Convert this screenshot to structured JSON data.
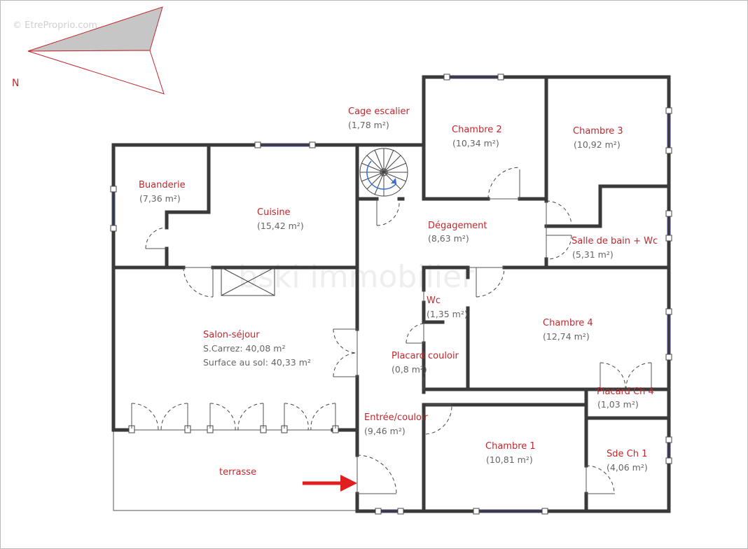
{
  "watermark_top": "© EtreProprio.com",
  "watermark_center": "bski immobilier",
  "compass": {
    "label": "N",
    "icon": "north-arrow-icon",
    "color": "#c0282d"
  },
  "label_color": "#c0282d",
  "rooms": [
    {
      "id": "cage-escalier",
      "name": "Cage escalier",
      "area": "(1,78 m²)"
    },
    {
      "id": "chambre-2",
      "name": "Chambre 2",
      "area": "(10,34 m²)"
    },
    {
      "id": "chambre-3",
      "name": "Chambre 3",
      "area": "(10,92 m²)"
    },
    {
      "id": "buanderie",
      "name": "Buanderie",
      "area": "(7,36 m²)"
    },
    {
      "id": "cuisine",
      "name": "Cuisine",
      "area": "(15,42 m²)"
    },
    {
      "id": "degagement",
      "name": "Dégagement",
      "area": "(8,63 m²)"
    },
    {
      "id": "salle-de-bain",
      "name": "Salle de bain + Wc",
      "area": "(5,31 m²)"
    },
    {
      "id": "wc",
      "name": "Wc",
      "area": "(1,35 m²)"
    },
    {
      "id": "chambre-4",
      "name": "Chambre 4",
      "area": "(12,74 m²)"
    },
    {
      "id": "salon-sejour",
      "name": "Salon-séjour",
      "area": "S.Carrez: 40,08 m²",
      "area2": "Surface au sol: 40,33 m²"
    },
    {
      "id": "placard-couloir",
      "name": "Placard couloir",
      "area": "(0,8 m²)"
    },
    {
      "id": "placard-ch4",
      "name": "Placard Ch 4",
      "area": "(1,03 m²)"
    },
    {
      "id": "entree-couloir",
      "name": "Entrée/couloir",
      "area": "(9,46 m²)"
    },
    {
      "id": "chambre-1",
      "name": "Chambre 1",
      "area": "(10,81 m²)"
    },
    {
      "id": "sde-ch1",
      "name": "Sde Ch 1",
      "area": "(4,06 m²)"
    },
    {
      "id": "terrasse",
      "name": "terrasse"
    }
  ],
  "entrance_icon": "entrance-arrow-icon"
}
